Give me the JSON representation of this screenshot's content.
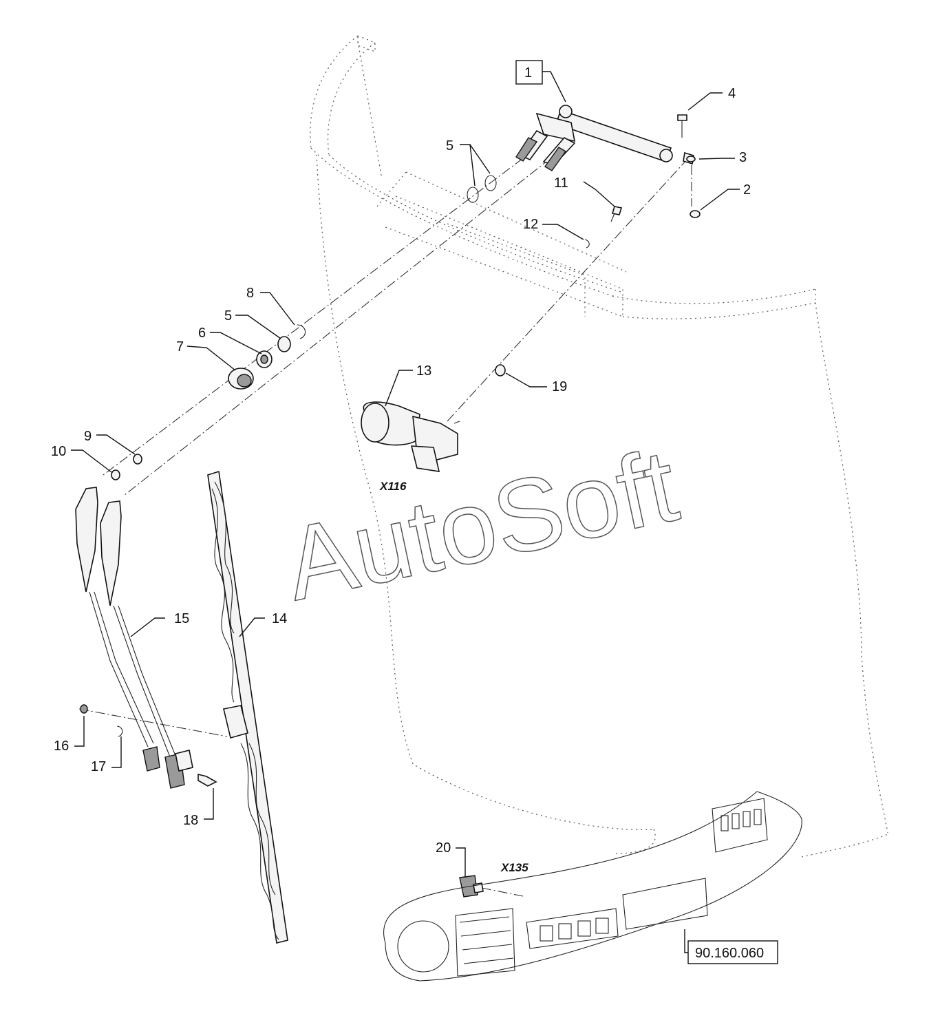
{
  "watermark": "AutoSoft",
  "reference_code": "90.160.060",
  "connectors": {
    "c1": "X116",
    "c2": "X135"
  },
  "callouts": {
    "p1": "1",
    "p2": "2",
    "p3": "3",
    "p4": "4",
    "p5a": "5",
    "p5b": "5",
    "p6": "6",
    "p7": "7",
    "p8": "8",
    "p9": "9",
    "p10": "10",
    "p11": "11",
    "p12": "12",
    "p13": "13",
    "p14": "14",
    "p15": "15",
    "p16": "16",
    "p17": "17",
    "p18": "18",
    "p19": "19",
    "p20": "20"
  }
}
